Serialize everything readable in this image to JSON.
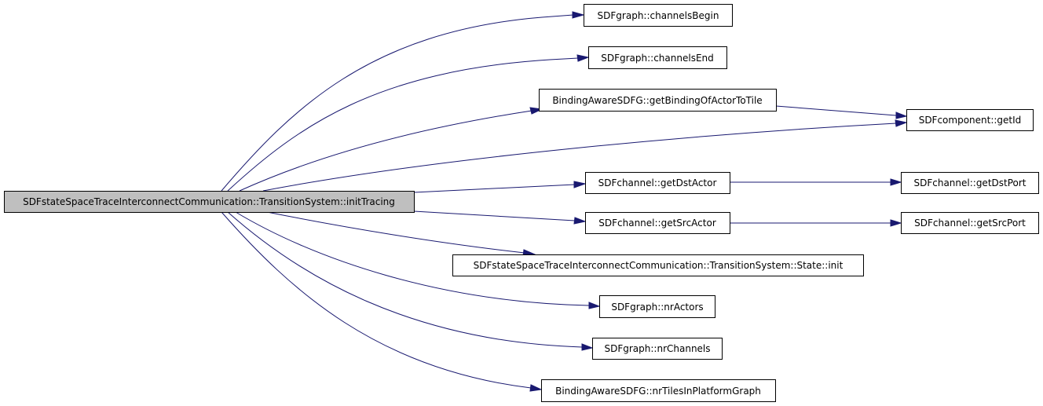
{
  "diagram": {
    "type": "call-graph",
    "colors": {
      "root_fill": "#bfbfbf",
      "node_fill": "#ffffff",
      "border": "#000000",
      "edge": "#191970"
    },
    "nodes": [
      {
        "id": "root",
        "label": "SDFstateSpaceTraceInterconnectCommunication::TransitionSystem::initTracing",
        "root": true
      },
      {
        "id": "channelsBegin",
        "label": "SDFgraph::channelsBegin"
      },
      {
        "id": "channelsEnd",
        "label": "SDFgraph::channelsEnd"
      },
      {
        "id": "getBindingOfActorToTile",
        "label": "BindingAwareSDFG::getBindingOfActorToTile"
      },
      {
        "id": "getId",
        "label": "SDFcomponent::getId"
      },
      {
        "id": "getDstActor",
        "label": "SDFchannel::getDstActor"
      },
      {
        "id": "getDstPort",
        "label": "SDFchannel::getDstPort"
      },
      {
        "id": "getSrcActor",
        "label": "SDFchannel::getSrcActor"
      },
      {
        "id": "getSrcPort",
        "label": "SDFchannel::getSrcPort"
      },
      {
        "id": "stateInit",
        "label": "SDFstateSpaceTraceInterconnectCommunication::TransitionSystem::State::init"
      },
      {
        "id": "nrActors",
        "label": "SDFgraph::nrActors"
      },
      {
        "id": "nrChannels",
        "label": "SDFgraph::nrChannels"
      },
      {
        "id": "nrTilesInPlatformGraph",
        "label": "BindingAwareSDFG::nrTilesInPlatformGraph"
      }
    ],
    "edges": [
      {
        "from": "root",
        "to": "channelsBegin"
      },
      {
        "from": "root",
        "to": "channelsEnd"
      },
      {
        "from": "root",
        "to": "getBindingOfActorToTile"
      },
      {
        "from": "root",
        "to": "getId"
      },
      {
        "from": "root",
        "to": "getDstActor"
      },
      {
        "from": "root",
        "to": "getSrcActor"
      },
      {
        "from": "root",
        "to": "stateInit"
      },
      {
        "from": "root",
        "to": "nrActors"
      },
      {
        "from": "root",
        "to": "nrChannels"
      },
      {
        "from": "root",
        "to": "nrTilesInPlatformGraph"
      },
      {
        "from": "getBindingOfActorToTile",
        "to": "getId"
      },
      {
        "from": "getDstActor",
        "to": "getDstPort"
      },
      {
        "from": "getSrcActor",
        "to": "getSrcPort"
      }
    ]
  }
}
